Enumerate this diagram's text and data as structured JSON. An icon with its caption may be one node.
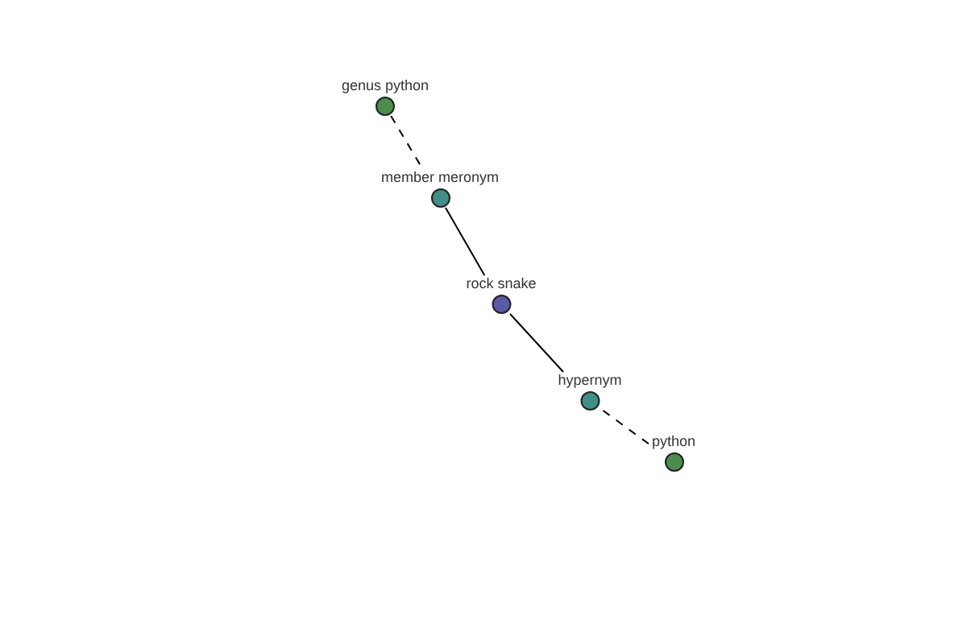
{
  "diagram": {
    "nodes": [
      {
        "text": [
          "genus python"
        ]
      },
      {
        "text": [
          "member meronym"
        ]
      },
      {
        "text": [
          "rock snake"
        ]
      },
      {
        "text": [
          "hypernym"
        ]
      },
      {
        "text": [
          "python"
        ]
      }
    ],
    "edges": [
      {
        "from": 0,
        "to": 1,
        "arrow": "none",
        "style": "dashed"
      },
      {
        "from": 1,
        "to": 2,
        "arrow": "none"
      },
      {
        "from": 2,
        "to": 3,
        "arrow": "none"
      },
      {
        "from": 3,
        "to": 4,
        "arrow": "none",
        "style": "dashed"
      }
    ]
  }
}
